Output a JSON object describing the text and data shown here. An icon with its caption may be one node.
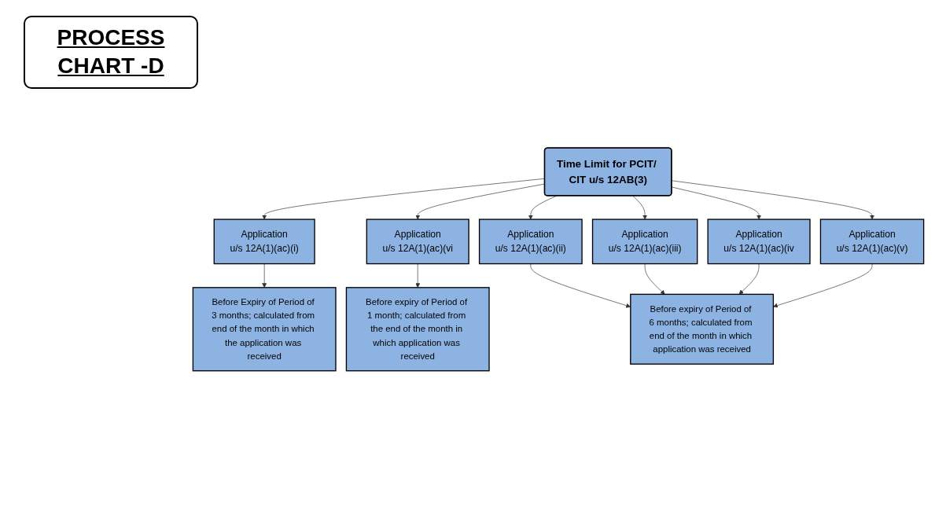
{
  "diagram": {
    "title": "PROCESS CHART -D",
    "nodes": [
      {
        "text": [
          "Time Limit for PCIT/ CIT u/s 12AB(3)"
        ]
      },
      {
        "text": [
          "Application",
          "u/s 12A(1)(ac)(i)"
        ]
      },
      {
        "text": [
          "Application",
          "u/s 12A(1)(ac)(vi"
        ]
      },
      {
        "text": [
          "Application",
          "u/s 12A(1)(ac)(ii)"
        ]
      },
      {
        "text": [
          "Application",
          "u/s 12A(1)(ac)(iii)"
        ]
      },
      {
        "text": [
          "Application",
          "u/s 12A(1)(ac)(iv"
        ]
      },
      {
        "text": [
          "Application",
          "u/s 12A(1)(ac)(v)"
        ]
      },
      {
        "text": [
          "Before Expiry of Period of 3 months; calculated from end of the month in which the application was received"
        ]
      },
      {
        "text": [
          "Before expiry of Period of 1 month; calculated from the end of the month in which application was received"
        ]
      },
      {
        "text": [
          "Before expiry of Period of 6 months; calculated from end of the month in which application was received"
        ]
      }
    ],
    "edges": [
      {
        "from": 0,
        "to": 1,
        "arrow": "to"
      },
      {
        "from": 0,
        "to": 2,
        "arrow": "to"
      },
      {
        "from": 0,
        "to": 3,
        "arrow": "to"
      },
      {
        "from": 0,
        "to": 4,
        "arrow": "to"
      },
      {
        "from": 0,
        "to": 5,
        "arrow": "to"
      },
      {
        "from": 0,
        "to": 6,
        "arrow": "to"
      },
      {
        "from": 1,
        "to": 7,
        "arrow": "to"
      },
      {
        "from": 2,
        "to": 8,
        "arrow": "to"
      },
      {
        "from": 3,
        "to": 9,
        "arrow": "to"
      },
      {
        "from": 4,
        "to": 9,
        "arrow": "to"
      },
      {
        "from": 5,
        "to": 9,
        "arrow": "to"
      },
      {
        "from": 6,
        "to": 9,
        "arrow": "to"
      }
    ]
  }
}
